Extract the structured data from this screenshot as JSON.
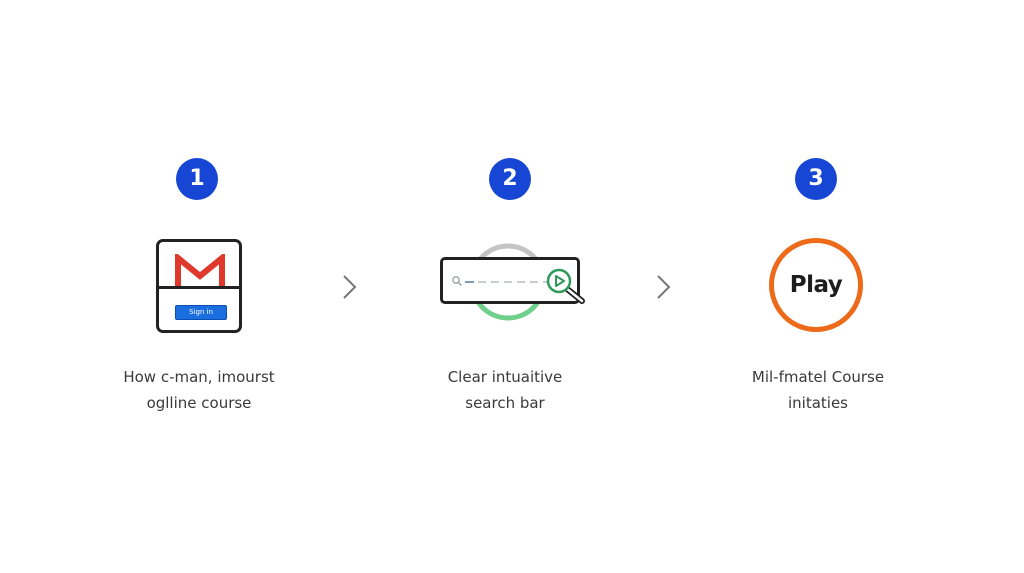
{
  "steps": [
    {
      "number": "1",
      "icon": "mail-signin-card-icon",
      "button_label": "Sign in",
      "caption_line1": "How c-man, imourst",
      "caption_line2": "oglline course"
    },
    {
      "number": "2",
      "icon": "search-bar-icon",
      "caption_line1": "Clear intuaitive",
      "caption_line2": "search bar"
    },
    {
      "number": "3",
      "icon": "play-circle-icon",
      "play_label": "Play",
      "caption_line1": "Mil-fmatel Course",
      "caption_line2": "initaties"
    }
  ],
  "arrows": [
    "chevron-right-icon",
    "chevron-right-icon"
  ],
  "colors": {
    "badge": "#1646d3",
    "mail_m_red": "#e0392b",
    "signin_blue": "#1a6ee0",
    "search_ring_gray": "#c4c4c4",
    "search_ring_green": "#6fd08c",
    "play_accent_green": "#2e9a5a",
    "play_ring_orange": "#ec6a1a",
    "caption_text": "#3a3a3a"
  }
}
